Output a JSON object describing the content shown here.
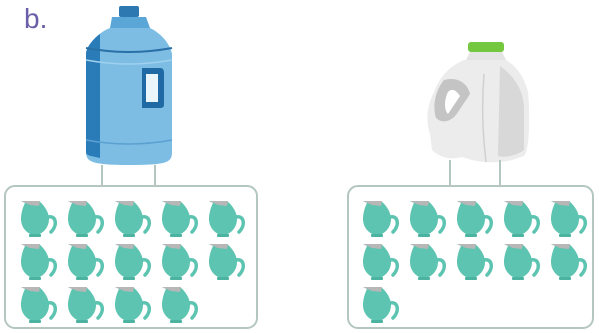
{
  "part_label": "b.",
  "colors": {
    "pitcher": "#5cc4b0",
    "pitcher_spout": "#b7b7b7",
    "box_border": "#b3c7bf",
    "label": "#6b5ea8",
    "water_jug": "#78b9e0",
    "milk_jug": "#e9e9e9",
    "milk_cap": "#74c83f"
  },
  "containers": [
    {
      "name": "water-jug",
      "icon": "water-jug-icon",
      "pitcher_count": 14
    },
    {
      "name": "milk-jug",
      "icon": "milk-jug-icon",
      "pitcher_count": 11
    }
  ]
}
